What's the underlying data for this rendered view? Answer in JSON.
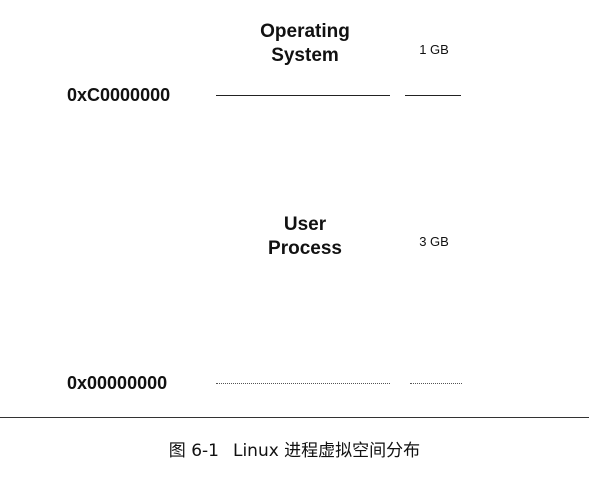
{
  "regions": {
    "os": {
      "title_line1": "Operating",
      "title_line2": "System",
      "size": "1 GB"
    },
    "user": {
      "title_line1": "User",
      "title_line2": "Process",
      "size": "3 GB"
    }
  },
  "addresses": {
    "top": "0xC0000000",
    "bottom": "0x00000000"
  },
  "caption": {
    "number": "图 6-1",
    "text": "Linux 进程虚拟空间分布"
  }
}
